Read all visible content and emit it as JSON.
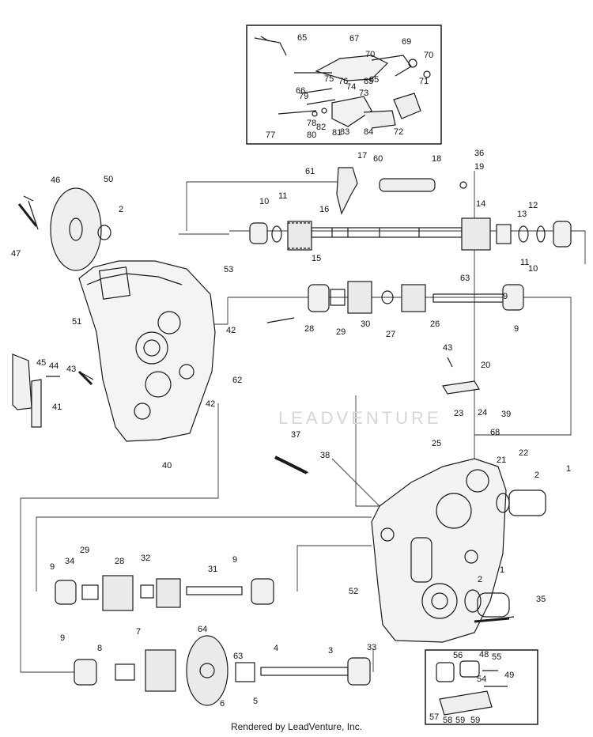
{
  "watermark": "LEADVENTURE",
  "footer": "Rendered by LeadVenture, Inc.",
  "callouts": [
    "1",
    "1",
    "2",
    "2",
    "2",
    "3",
    "4",
    "5",
    "6",
    "7",
    "8",
    "9",
    "9",
    "9",
    "9",
    "9",
    "10",
    "10",
    "11",
    "11",
    "12",
    "13",
    "14",
    "15",
    "16",
    "17",
    "18",
    "19",
    "20",
    "21",
    "22",
    "23",
    "24",
    "25",
    "26",
    "27",
    "28",
    "28",
    "29",
    "29",
    "30",
    "31",
    "32",
    "33",
    "34",
    "35",
    "36",
    "37",
    "38",
    "39",
    "40",
    "41",
    "42",
    "42",
    "43",
    "43",
    "44",
    "45",
    "46",
    "47",
    "48",
    "49",
    "50",
    "51",
    "52",
    "53",
    "54",
    "55",
    "56",
    "57",
    "58",
    "59",
    "59",
    "60",
    "61",
    "62",
    "63",
    "63",
    "64",
    "65",
    "65",
    "66",
    "67",
    "68",
    "69",
    "70",
    "70",
    "71",
    "72",
    "73",
    "74",
    "75",
    "76",
    "77",
    "78",
    "79",
    "80",
    "81",
    "82",
    "83",
    "84",
    "85"
  ]
}
